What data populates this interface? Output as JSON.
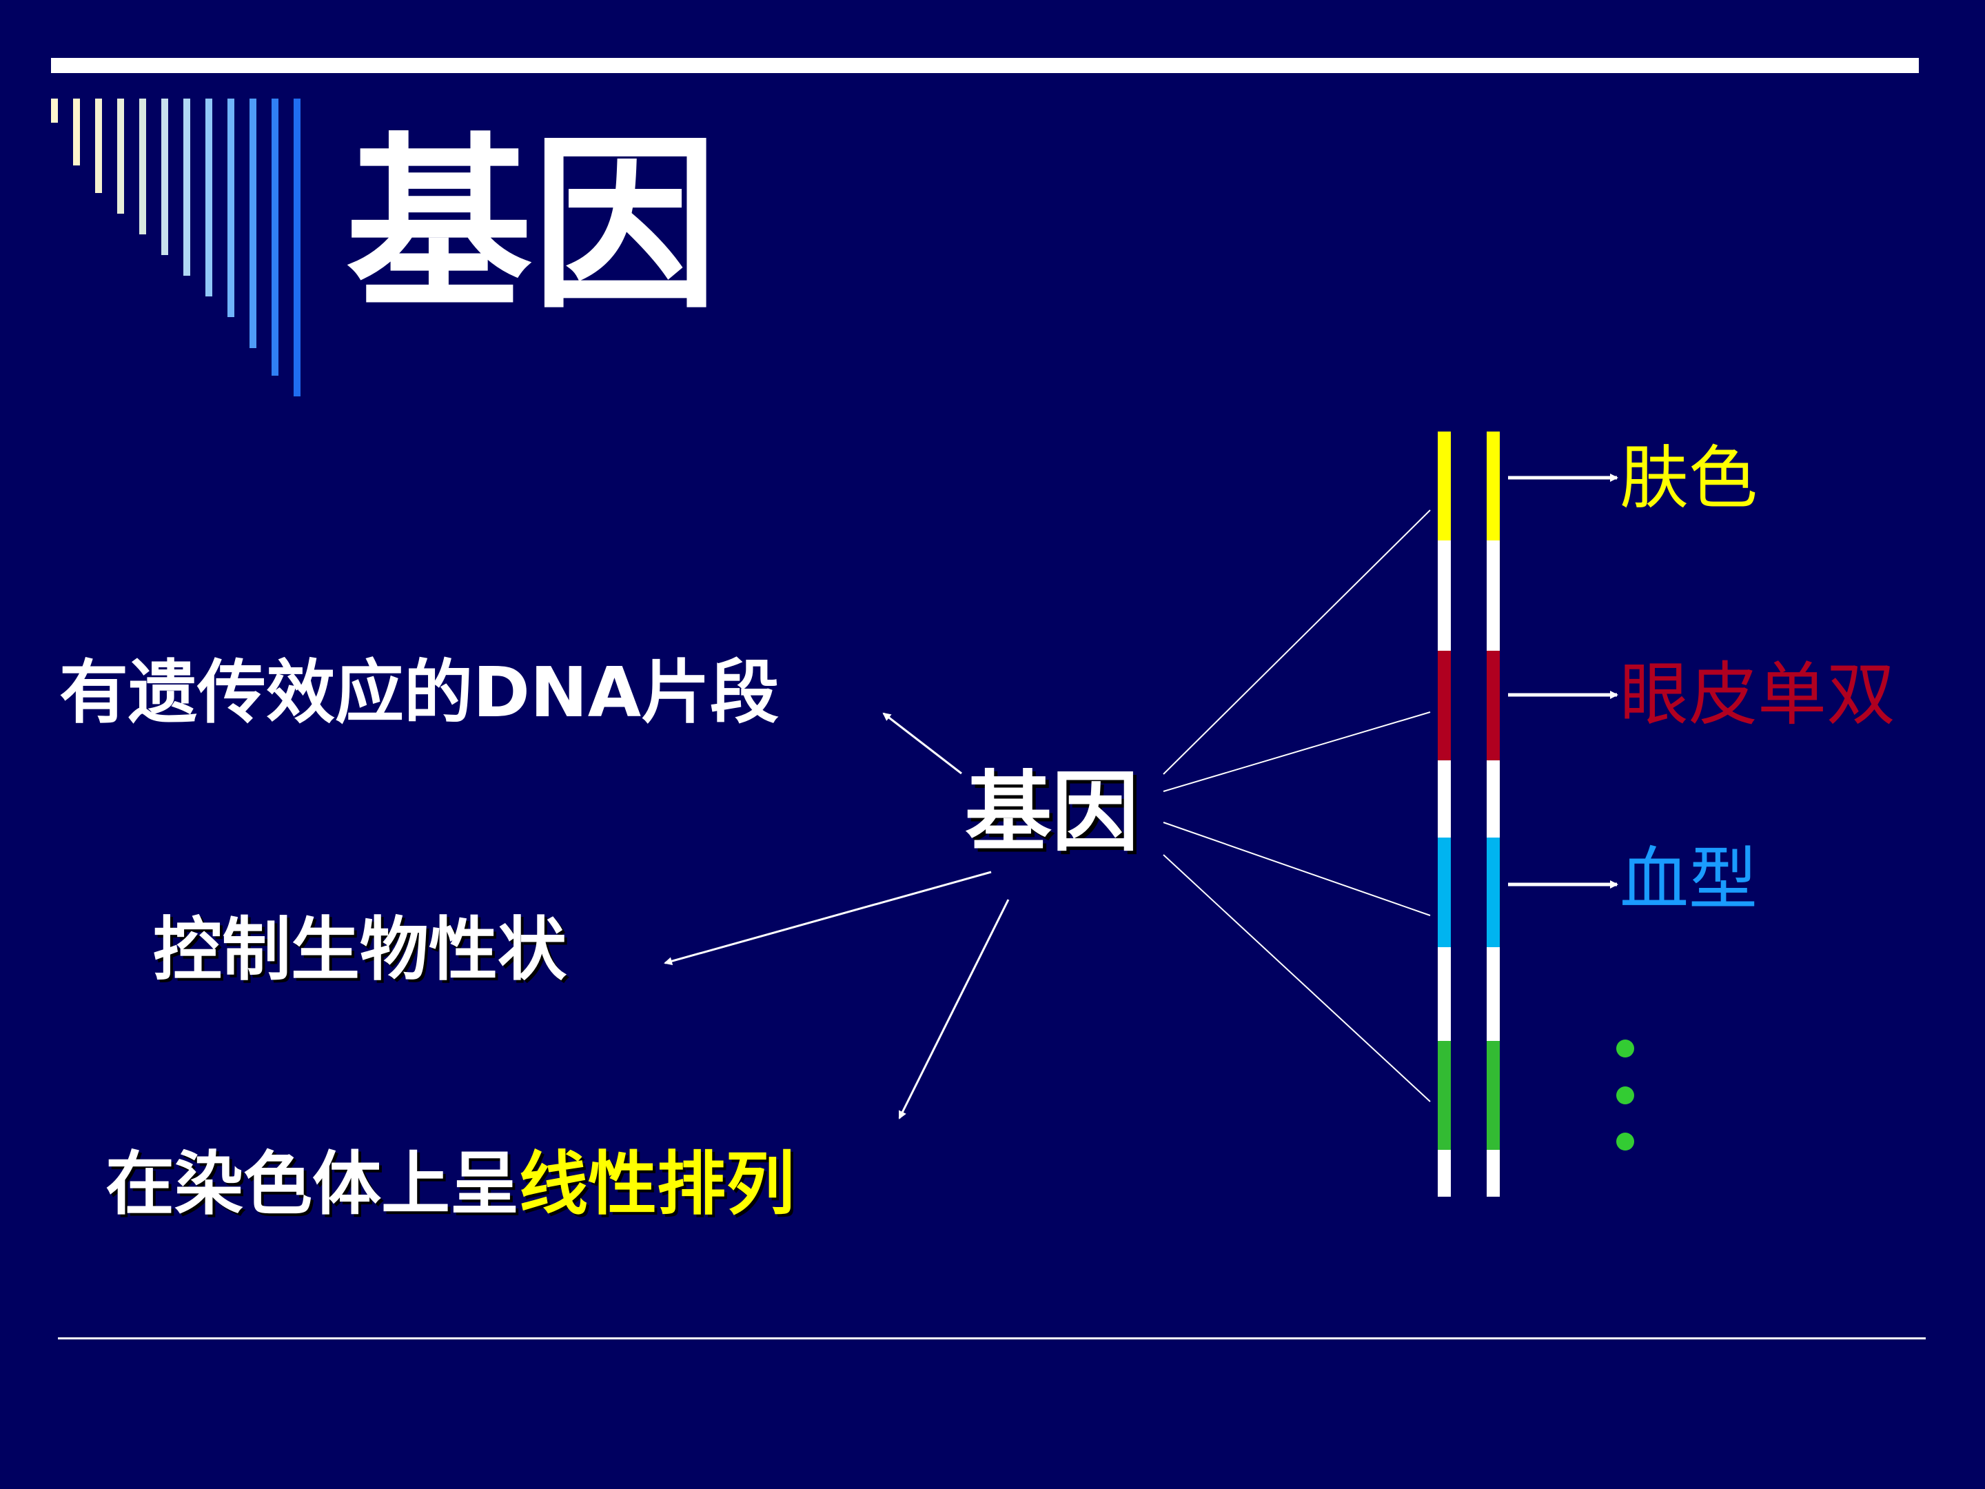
{
  "slide": {
    "title": "基因",
    "background_color": "#000060"
  },
  "diagram": {
    "center_label": "基因",
    "left_items": {
      "item1": "有遗传效应的DNA片段",
      "item2": "控制生物性状",
      "item3_part1": "在染色体上呈",
      "item3_part2": "线性排列"
    },
    "traits": {
      "trait1": {
        "label": "肤色",
        "color": "#ffff00"
      },
      "trait2": {
        "label": "眼皮单双",
        "color": "#b00020"
      },
      "trait3": {
        "label": "血型",
        "color": "#1a9cff"
      }
    },
    "chromosome_segment_colors": [
      "#ffff00",
      "#ffffff",
      "#b00020",
      "#ffffff",
      "#00b4f0",
      "#ffffff",
      "#33bb33",
      "#ffffff"
    ],
    "ellipsis_color": "#33cc33"
  }
}
